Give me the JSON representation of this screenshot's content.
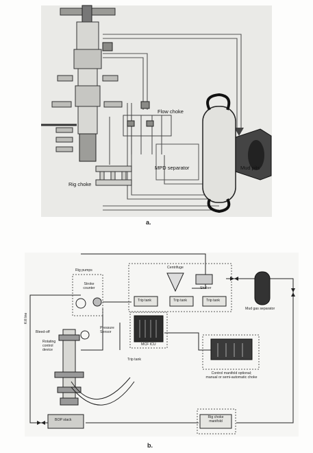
{
  "figure_a": {
    "caption": "a.",
    "labels": {
      "flow_choke": "Flow choke",
      "mpd_separator": "MPD separator",
      "mud_pits": "Mud pits",
      "rig_choke": "Rig choke"
    }
  },
  "figure_b": {
    "caption": "b.",
    "labels": {
      "rig_pumps": "Rig pumps",
      "stroke_counter": "Stroke counter",
      "centrifuge": "Centrifuge",
      "shaker": "Shaker",
      "trip_tank_1": "Trip tank",
      "trip_tank_2": "Trip tank",
      "trip_tank_3": "Trip tank",
      "mud_gas_separator": "Mud gas separator",
      "mcf_icu": "MCF ICU",
      "pressure_sensor": "Pressure Sensor",
      "bleed_off": "Bleed-off",
      "rotating_control_device": "Rotating control device",
      "trip_tank_side": "Trip tank",
      "control_manifold": "Control manifold optional; manual or semi-automatic choke",
      "kill_line": "Kill line",
      "bop_stack": "BOP stack",
      "rig_choke_manifold": "Rig choke manifold"
    }
  }
}
